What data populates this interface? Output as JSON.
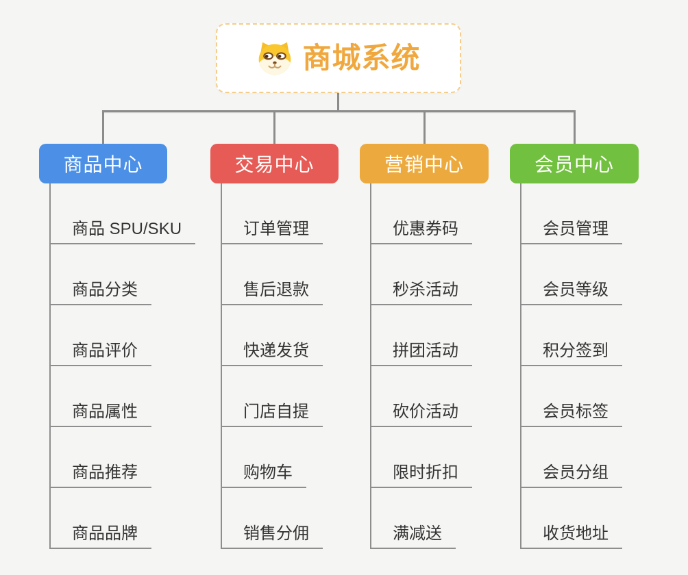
{
  "root": {
    "title": "商城系统",
    "icon": "dog-face-icon"
  },
  "branches": [
    {
      "label": "商品中心",
      "color": "#4B90E6",
      "children": [
        "商品 SPU/SKU",
        "商品分类",
        "商品评价",
        "商品属性",
        "商品推荐",
        "商品品牌"
      ]
    },
    {
      "label": "交易中心",
      "color": "#E65B55",
      "children": [
        "订单管理",
        "售后退款",
        "快递发货",
        "门店自提",
        "购物车",
        "销售分佣"
      ]
    },
    {
      "label": "营销中心",
      "color": "#ECAA3E",
      "children": [
        "优惠券码",
        "秒杀活动",
        "拼团活动",
        "砍价活动",
        "限时折扣",
        "满减送"
      ]
    },
    {
      "label": "会员中心",
      "color": "#72C040",
      "children": [
        "会员管理",
        "会员等级",
        "积分签到",
        "会员标签",
        "会员分组",
        "收货地址"
      ]
    }
  ],
  "colors": {
    "background": "#F5F5F3",
    "root_accent": "#F0A83E",
    "root_border": "#F5CD8A",
    "connector": "#8C8C8C",
    "leaf_line": "#8E8E8E",
    "leaf_text": "#333333"
  }
}
